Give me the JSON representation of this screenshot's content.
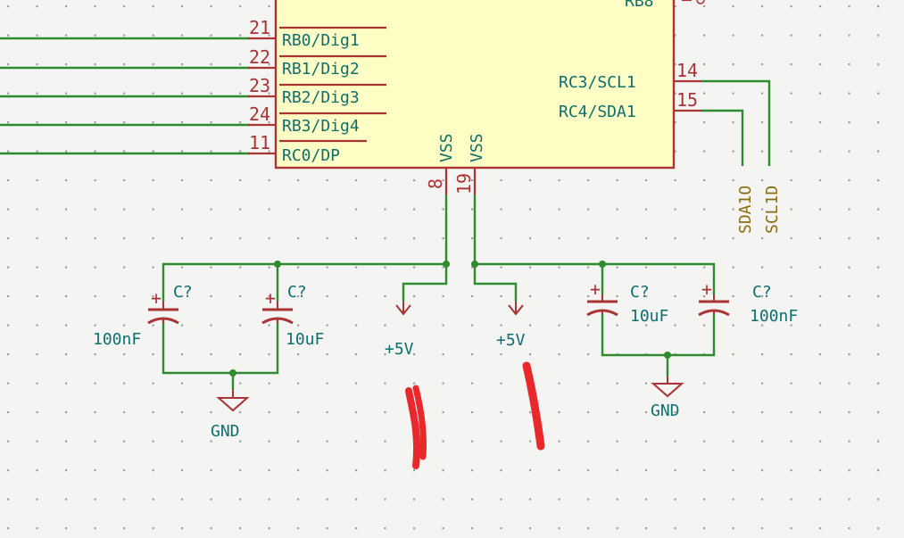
{
  "ic": {
    "right_top_partial": "RB8",
    "left_pins": [
      {
        "num": "21",
        "name": "RB0/Dig1"
      },
      {
        "num": "22",
        "name": "RB1/Dig2"
      },
      {
        "num": "23",
        "name": "RB2/Dig3"
      },
      {
        "num": "24",
        "name": "RB3/Dig4"
      },
      {
        "num": "11",
        "name": "RC0/DP"
      }
    ],
    "right_pins": [
      {
        "num": "14",
        "name": "RC3/SCL1"
      },
      {
        "num": "15",
        "name": "RC4/SDA1"
      }
    ],
    "bottom_pins": [
      {
        "num": "8",
        "name": "VSS"
      },
      {
        "num": "19",
        "name": "VSS"
      }
    ]
  },
  "net_labels": [
    "SDA1O",
    "SCL1D"
  ],
  "caps": [
    {
      "ref": "C?",
      "value": "100nF"
    },
    {
      "ref": "C?",
      "value": "10uF"
    },
    {
      "ref": "C?",
      "value": "10uF"
    },
    {
      "ref": "C?",
      "value": "100nF"
    }
  ],
  "power": [
    "+5V",
    "+5V"
  ],
  "ground": [
    "GND",
    "GND"
  ],
  "colors": {
    "background": "#f4f4f2",
    "ic_fill": "#fffec4",
    "ic_border": "#a33",
    "wire": "#2e8b2e",
    "pin_text": "#0f6e6e",
    "net_label": "#8a6d12",
    "annotation": "#e8282a"
  }
}
